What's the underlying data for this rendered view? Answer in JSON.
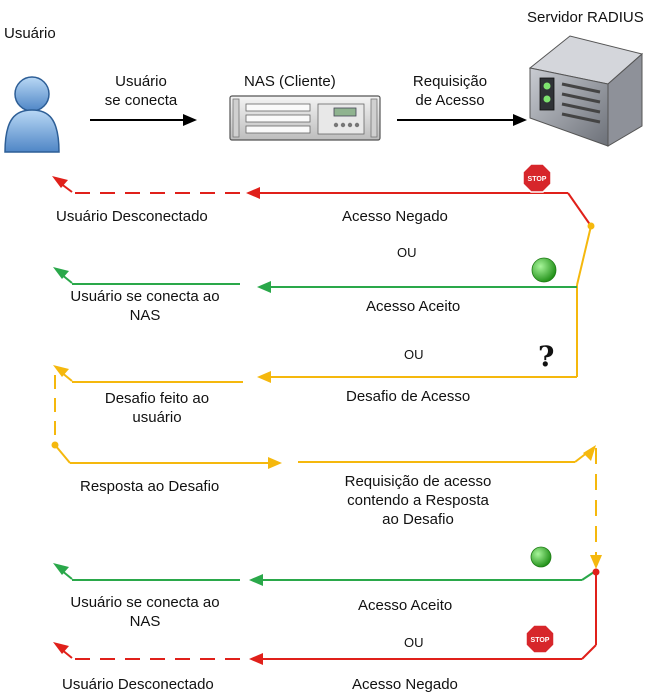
{
  "colors": {
    "red": "#e0201a",
    "green": "#2aa84a",
    "yellow": "#f5b80d",
    "black": "#000000",
    "stop_fill": "#d7262b",
    "go_fill": "#35b023"
  },
  "icons": {
    "user": "user-icon",
    "nas": "nas-server-icon",
    "radius": "radius-server-icon",
    "stop": "stop-sign-icon",
    "go": "green-light-icon",
    "question": "question-mark-icon"
  },
  "top": {
    "user_label": "Usuário",
    "server_label": "Servidor RADIUS",
    "nas_label": "NAS (Cliente)",
    "connect_label_1": "Usuário",
    "connect_label_2": "se conecta",
    "request_label_1": "Requisição",
    "request_label_2": "de Acesso"
  },
  "flow1": {
    "user_result": "Usuário Desconectado",
    "server_response": "Acesso Negado",
    "stop_text": "STOP"
  },
  "or_1": "OU",
  "flow2": {
    "user_result_1": "Usuário se conecta ao",
    "user_result_2": "NAS",
    "server_response": "Acesso Aceito"
  },
  "or_2": "OU",
  "flow3": {
    "question": "?",
    "challenge_user_1": "Desafio feito ao",
    "challenge_user_2": "usuário",
    "server_response": "Desafio de Acesso",
    "response_label": "Resposta ao Desafio",
    "request_1": "Requisição de acesso",
    "request_2": "contendo a Resposta",
    "request_3": "ao Desafio"
  },
  "flow4": {
    "user_result_1": "Usuário se conecta ao",
    "user_result_2": "NAS",
    "server_response": "Acesso Aceito"
  },
  "or_3": "OU",
  "flow5": {
    "user_result": "Usuário Desconectado",
    "server_response": "Acesso Negado",
    "stop_text": "STOP"
  }
}
